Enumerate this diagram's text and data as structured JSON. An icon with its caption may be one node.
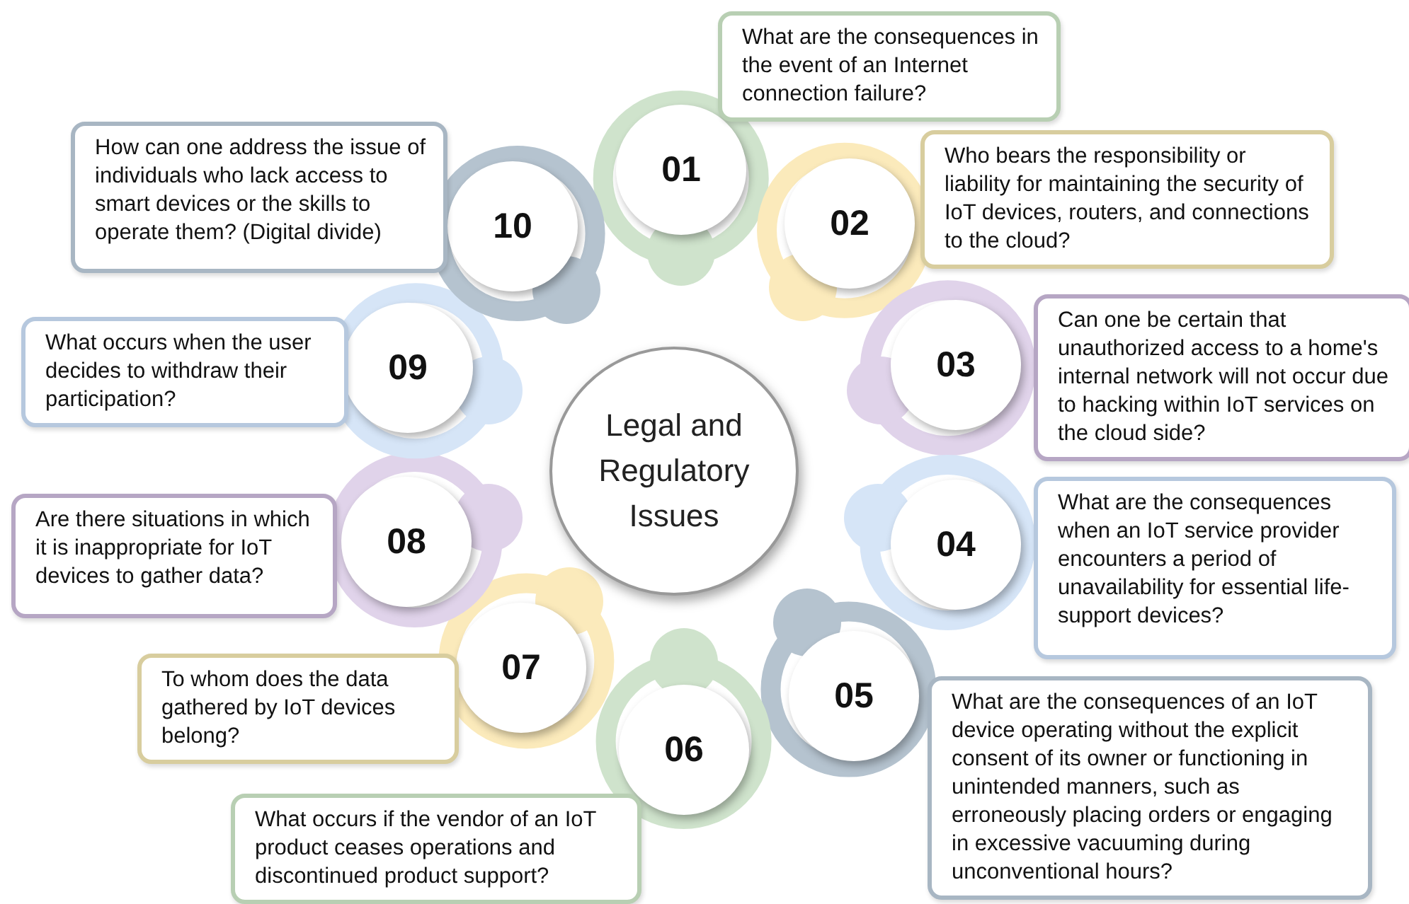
{
  "diagram": {
    "nodes": [
      {
        "text": [
          "Legal and Regulatory Issues"
        ]
      },
      {
        "text": [
          "01"
        ]
      },
      {
        "text": [
          "What are the consequences in the event of an Internet connection failure?"
        ]
      },
      {
        "text": [
          "02"
        ]
      },
      {
        "text": [
          "Who bears the responsibility or liability for maintaining the security of IoT devices, routers, and connections to the cloud?"
        ]
      },
      {
        "text": [
          "03"
        ]
      },
      {
        "text": [
          "Can one be certain that unauthorized access to a home's internal network will not occur due to hacking within IoT services on the cloud side?"
        ]
      },
      {
        "text": [
          "04"
        ]
      },
      {
        "text": [
          "What are the consequences when an IoT service provider encounters a period of unavailability for essential life-support devices?"
        ]
      },
      {
        "text": [
          "05"
        ]
      },
      {
        "text": [
          "What are the consequences of an IoT device operating without the explicit consent of its owner or functioning in unintended manners, such as erroneously placing orders or engaging in excessive vacuuming during unconventional hours?"
        ]
      },
      {
        "text": [
          "06"
        ]
      },
      {
        "text": [
          "What occurs if the vendor of an IoT product ceases operations and discontinued product support?"
        ]
      },
      {
        "text": [
          "07"
        ]
      },
      {
        "text": [
          "To whom does the data gathered by IoT devices belong?"
        ]
      },
      {
        "text": [
          "08"
        ]
      },
      {
        "text": [
          "Are there situations in which it is inappropriate for IoT devices to gather data?"
        ]
      },
      {
        "text": [
          "09"
        ]
      },
      {
        "text": [
          "What occurs when the user decides to withdraw their participation?"
        ]
      },
      {
        "text": [
          "10"
        ]
      },
      {
        "text": [
          "How can one address the issue of individuals who lack access to smart devices or the skills to operate them? (Digital divide)"
        ]
      }
    ]
  }
}
